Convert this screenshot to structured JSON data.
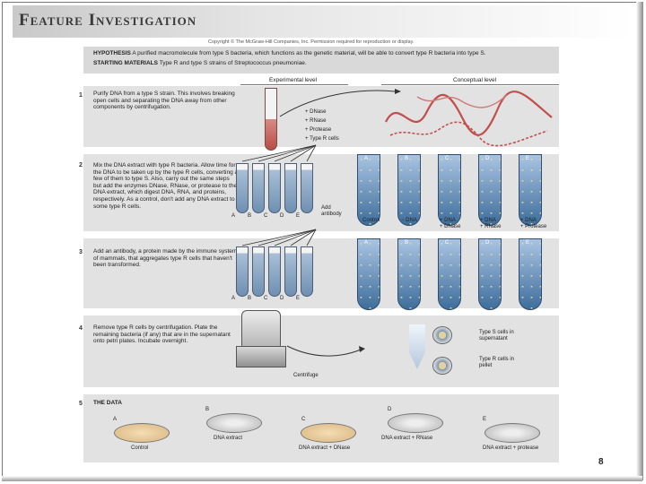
{
  "slide": {
    "title": "Feature Investigation",
    "copyright": "Copyright © The McGraw-Hill Companies, Inc. Permission required for reproduction or display.",
    "hypothesis_label": "HYPOTHESIS",
    "hypothesis_text": "A purified macromolecule from type S bacteria, which functions as the genetic material, will be able to convert type R bacteria into type S.",
    "materials_label": "STARTING MATERIALS",
    "materials_text": "Type R and type S strains of Streptococcus pneumoniae.",
    "col_experimental": "Experimental level",
    "col_conceptual": "Conceptual level",
    "page_number": "8"
  },
  "steps": [
    {
      "num": "1",
      "text": "Purify DNA from a type S strain. This involves breaking open cells and separating the DNA away from other components by centrifugation."
    },
    {
      "num": "2",
      "text": "Mix the DNA extract with type R bacteria. Allow time for the DNA to be taken up by the type R cells, converting a few of them to type S. Also, carry out the same steps but add the enzymes DNase, RNase, or protease to the DNA extract, which digest DNA, RNA, and proteins, respectively. As a control, don't add any DNA extract to some type R cells."
    },
    {
      "num": "3",
      "text": "Add an antibody, a protein made by the immune system of mammals, that aggregates type R cells that haven't been transformed."
    },
    {
      "num": "4",
      "text": "Remove type R cells by centrifugation. Plate the remaining bacteria (if any) that are in the supernatant onto petri plates. Incubate overnight."
    },
    {
      "num": "5",
      "text": "THE DATA"
    }
  ],
  "step1_labels": {
    "l1": "+ DNase",
    "l2": "+ RNase",
    "l3": "+ Protease",
    "l4": "+ Type R cells"
  },
  "tube_letters": [
    "A",
    "B",
    "C",
    "D",
    "E"
  ],
  "add_antibody": "Add antibody",
  "step2_conditions": [
    {
      "line1": "Control",
      "line2": ""
    },
    {
      "line1": "− DNA",
      "line2": ""
    },
    {
      "line1": "+ DNA",
      "line2": "+ DNase"
    },
    {
      "line1": "+ DNA",
      "line2": "+ RNase"
    },
    {
      "line1": "+ DNA",
      "line2": "+ Protease"
    }
  ],
  "step4_labels": {
    "centrifuge": "Centrifuge",
    "supernatant": "Type S cells in supernatant",
    "pellet": "Type R cells in pellet"
  },
  "data_plates": [
    {
      "letter": "A",
      "label": "Control"
    },
    {
      "letter": "B",
      "label": "DNA extract"
    },
    {
      "letter": "C",
      "label": "DNA extract + DNase"
    },
    {
      "letter": "D",
      "label": "DNA extract + RNase"
    },
    {
      "letter": "E",
      "label": "DNA extract + protease"
    }
  ]
}
